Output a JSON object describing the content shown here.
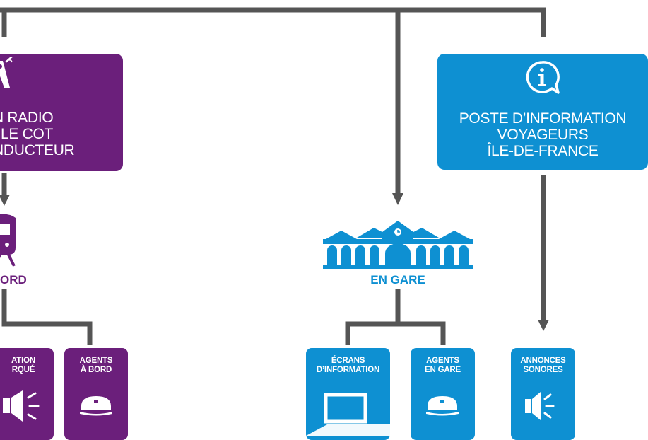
{
  "boxes": {
    "radio": {
      "lines": [
        "N RADIO",
        "LE COT",
        "NDUCTEUR"
      ],
      "color": "#6b1f7b"
    },
    "poste": {
      "lines": [
        "POSTE D’INFORMATION",
        "VOYAGEURS",
        "ÎLE-DE-FRANCE"
      ],
      "color": "#0e90d2"
    }
  },
  "captions": {
    "bord": "ORD",
    "gare": "EN GARE"
  },
  "leaves": {
    "info_embarque": {
      "lines": [
        "ATION",
        "RQUÉ"
      ],
      "icon": "speaker-icon"
    },
    "agents_bord": {
      "lines": [
        "AGENTS",
        "À BORD"
      ],
      "icon": "agent-cap-icon"
    },
    "ecrans": {
      "lines": [
        "ÉCRANS",
        "D’INFORMATION"
      ],
      "icon": "screen-icon"
    },
    "agents_gare": {
      "lines": [
        "AGENTS",
        "EN GARE"
      ],
      "icon": "agent-cap-icon"
    },
    "annonces": {
      "lines": [
        "ANNONCES",
        "SONORES"
      ],
      "icon": "speaker-icon"
    }
  },
  "colors": {
    "connector": "#555555",
    "purple": "#6b1f7b",
    "blue": "#0e90d2"
  }
}
